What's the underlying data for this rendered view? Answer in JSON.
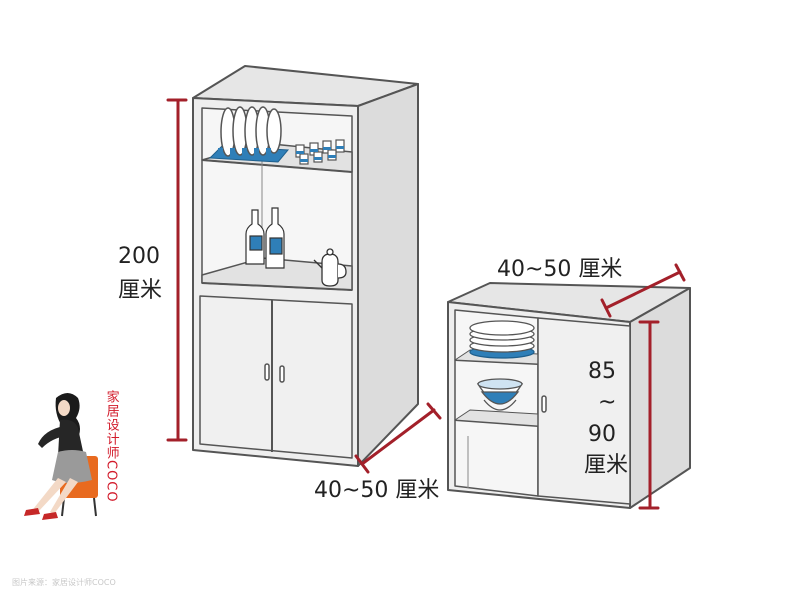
{
  "labels": {
    "tall_height_value": "200",
    "tall_height_unit": "厘米",
    "tall_depth": "40~50 厘米",
    "low_depth": "40~50 厘米",
    "low_height_line1": "85",
    "low_height_line2": "~",
    "low_height_line3": "90",
    "low_height_unit": "厘米"
  },
  "credit": "家居设计师COCO",
  "watermark": "图片来源：家居设计师COCO",
  "colors": {
    "dimension_line": "#a3202a",
    "cabinet_fill": "#ececec",
    "cabinet_side": "#dcdcdc",
    "cabinet_outline": "#555555",
    "dish_blue": "#2f7fb8",
    "credit_red": "#d21a2a",
    "chair_orange": "#e86a1f"
  }
}
